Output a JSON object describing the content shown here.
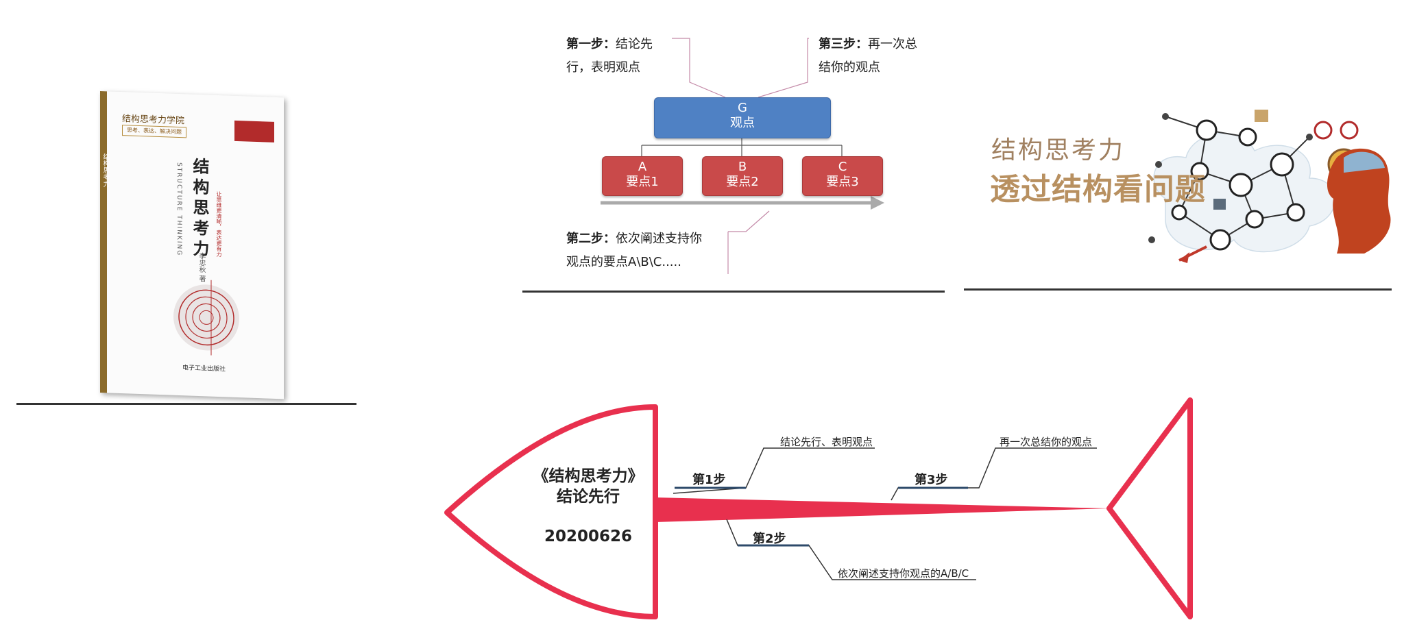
{
  "book": {
    "header": "结构思考力学院",
    "tagline": "思考、表达、解决问题",
    "title": "结构思考力",
    "english_title": "STRUCTURE THINKING",
    "side_text": "让思维更清晰，表达更有力",
    "author": "李忠秋 著",
    "spine_title": "结构思考力",
    "publisher": "电子工业出版社"
  },
  "diagram": {
    "step1_bold": "第一步：",
    "step1_line1": "结论先",
    "step1_line2": "行，表明观点",
    "step2_bold": "第二步：",
    "step2_line1": "依次阐述支持你",
    "step2_line2": "观点的要点A\\B\\C.....",
    "step3_bold": "第三步：",
    "step3_line1": "再一次总",
    "step3_line2": "结你的观点",
    "g_letter": "G",
    "g_label": "观点",
    "points": [
      {
        "letter": "A",
        "label": "要点1"
      },
      {
        "letter": "B",
        "label": "要点2"
      },
      {
        "letter": "C",
        "label": "要点3"
      }
    ]
  },
  "banner": {
    "line1": "结构思考力",
    "line2": "透过结构看问题"
  },
  "fishbone": {
    "head_line1": "《结构思考力》",
    "head_line2": "结论先行",
    "head_date": "20200626",
    "bones": [
      {
        "label": "第1步",
        "detail": "结论先行、表明观点"
      },
      {
        "label": "第2步",
        "detail": "依次阐述支持你观点的A/B/C"
      },
      {
        "label": "第3步",
        "detail": "再一次总结你的观点"
      }
    ]
  },
  "colors": {
    "fish_red": "#e8304e",
    "g_box": "#4f81c4",
    "point_box": "#c94a4a",
    "rule": "#333333"
  }
}
